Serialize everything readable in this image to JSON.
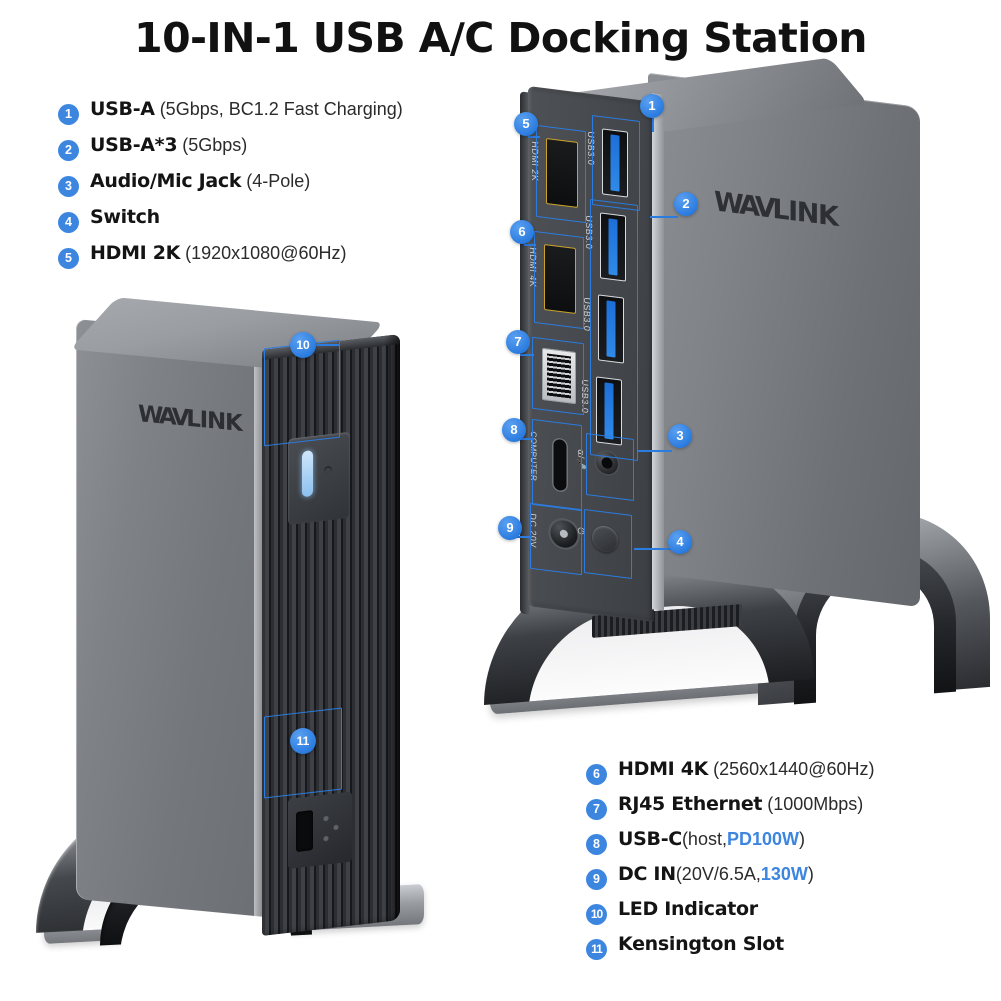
{
  "title": "10-IN-1 USB A/C Docking Station",
  "brand": {
    "logo_av": "WAV",
    "logo_link": "LINK",
    "full": "WAVLINK"
  },
  "colors": {
    "badge_blue": "#3d86e0",
    "callout_blue": "#2b7ce0",
    "highlight_blue": "#3d86e0",
    "led_blue": "#8cc0ef",
    "hdmi_gold": "#c9a227",
    "usb_blue": "#2f8ae8"
  },
  "features_top_left": [
    {
      "num": "1",
      "name": "USB-A",
      "detail": "(5Gbps, BC1.2 Fast Charging)"
    },
    {
      "num": "2",
      "name": "USB-A*3",
      "detail": "(5Gbps)"
    },
    {
      "num": "3",
      "name": "Audio/Mic Jack",
      "detail": "(4-Pole)"
    },
    {
      "num": "4",
      "name": "Switch",
      "detail": ""
    },
    {
      "num": "5",
      "name": "HDMI 2K",
      "detail": "(1920x1080@60Hz)"
    }
  ],
  "features_bottom_right": [
    {
      "num": "6",
      "name": "HDMI 4K",
      "detail": "(2560x1440@60Hz)"
    },
    {
      "num": "7",
      "name": "RJ45 Ethernet",
      "detail": "(1000Mbps)"
    },
    {
      "num": "8",
      "name": "USB-C",
      "detail_pre": "(host, ",
      "highlight": "PD100W",
      "detail_post": ")"
    },
    {
      "num": "9",
      "name": "DC IN",
      "detail_pre": "(20V/6.5A, ",
      "highlight": "130W",
      "detail_post": ")"
    },
    {
      "num": "10",
      "name": "LED Indicator",
      "detail": ""
    },
    {
      "num": "11",
      "name": "Kensington Slot",
      "detail": ""
    }
  ],
  "rear_device": {
    "port_labels": {
      "usb1": "USB3.0",
      "usb2": "USB3.0",
      "usb3": "USB3.0",
      "usb4": "USB3.0",
      "hdmi_2k": "HDMI 2K",
      "hdmi_4k": "HDMI 4K",
      "usb_c": "COMPUTER",
      "dc_in": "DC 20V"
    },
    "callouts": [
      "1",
      "2",
      "3",
      "4",
      "5",
      "6",
      "7",
      "8",
      "9"
    ]
  },
  "front_device": {
    "callouts": [
      "10",
      "11"
    ],
    "led_name": "LED Indicator",
    "kensington_name": "Kensington Slot"
  }
}
